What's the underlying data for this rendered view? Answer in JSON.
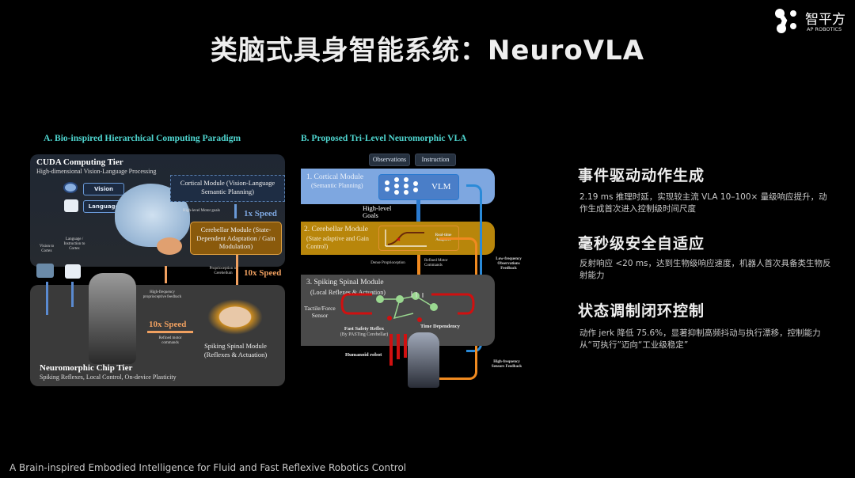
{
  "title": "类脑式具身智能系统：NeuroVLA",
  "logo": {
    "brand_cn": "智平方",
    "brand_en": "AP ROBOTICS"
  },
  "panel_a": {
    "title": "A. Bio-inspired Hierarchical Computing Paradigm",
    "cuda_tier": {
      "title": "CUDA Computing Tier",
      "subtitle": "High-dimensional Vision-Language Processing"
    },
    "vision": "Vision",
    "language": "Language",
    "vision_to_cortex": "Vision to Cortex",
    "language_to_cortex": "Language / Instruction to Cortex",
    "cortical": "Cortical Module (Vision-Language Semantic Planning)",
    "motor_goals": "High-level Motor goals",
    "speed_1x": "1x Speed",
    "cerebellar": "Cerebellar Module (State-Dependent Adaptation / Gain Modulation)",
    "proprio_cerebellum": "Proprioception to Cerebellum",
    "speed_10x_a": "10x Speed",
    "hf_feedback": "High-frequency proprioceptive feedback",
    "speed_10x_b": "10x Speed",
    "refined": "Refined motor commands",
    "spinal": "Spiking Spinal Module (Reflexes & Actuation)",
    "chip_tier": {
      "title": "Neuromorphic Chip Tier",
      "subtitle": "Spiking Reflexes, Local Control, On-device Plasticity"
    }
  },
  "panel_b": {
    "title": "B. Proposed Tri-Level Neuromorphic VLA",
    "observations": "Observations",
    "instruction": "Instruction",
    "cortical_title": "1. Cortical Module",
    "cortical_sub": "(Semantic Planning)",
    "vlm": "VLM",
    "goals": "High-level Goals",
    "cerebellar_title": "2. Cerebellar Module",
    "cerebellar_sub": "(State adaptive and Gain Control)",
    "realtime": "Real-time Adaptive",
    "dense": "Dense Proprioception",
    "refined": "Refined Motor Commands",
    "low_freq": "Low-frequency Observations Feedback",
    "spinal_title": "3. Spiking Spinal Module",
    "spinal_sub": "(Local Reflexes & Actuation)",
    "tactile": "Tactile/Force Sensor",
    "fast_reflex": "Fast Safety Reflex",
    "fast_reflex_sub": "(By PASTing Cerebellar)",
    "time_dep": "Time Dependency",
    "humanoid": "Humanoid robot",
    "high_freq": "High-frequency Sensors Feedback"
  },
  "highlights": [
    {
      "heading": "事件驱动动作生成",
      "body": "2.19 ms 推理时延，实现较主流 VLA 10–100× 量级响应提升，动作生成首次进入控制级时间尺度"
    },
    {
      "heading": "毫秒级安全自适应",
      "body": "反射响应 <20 ms，达到生物级响应速度，机器人首次具备类生物反射能力"
    },
    {
      "heading": "状态调制闭环控制",
      "body": "动作 jerk 降低 75.6%，显著抑制高频抖动与执行漂移，控制能力从“可执行”迈向“工业级稳定”"
    }
  ],
  "footer": "A Brain-inspired Embodied Intelligence for Fluid and Fast Reflexive Robotics Control",
  "colors": {
    "cyan": "#4fd6d0",
    "blue": "#7ea7e0",
    "orange": "#f0a060",
    "gold": "#b8860b",
    "red": "#d01010"
  }
}
